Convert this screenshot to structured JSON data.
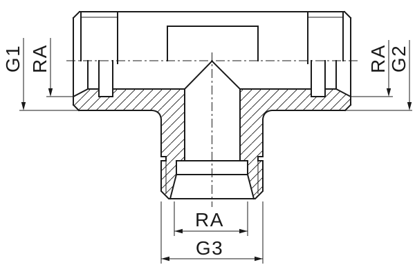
{
  "drawing": {
    "type": "sectional technical drawing of a tee fitting",
    "view": "front view, lower half in section with hatching"
  },
  "labels": {
    "left_outer": "G1",
    "left_inner": "RA",
    "right_inner": "RA",
    "right_outer": "G2",
    "bottom_inner": "RA",
    "bottom_outer": "G3"
  },
  "colors": {
    "background": "#ffffff",
    "line": "#1a1a1a"
  }
}
